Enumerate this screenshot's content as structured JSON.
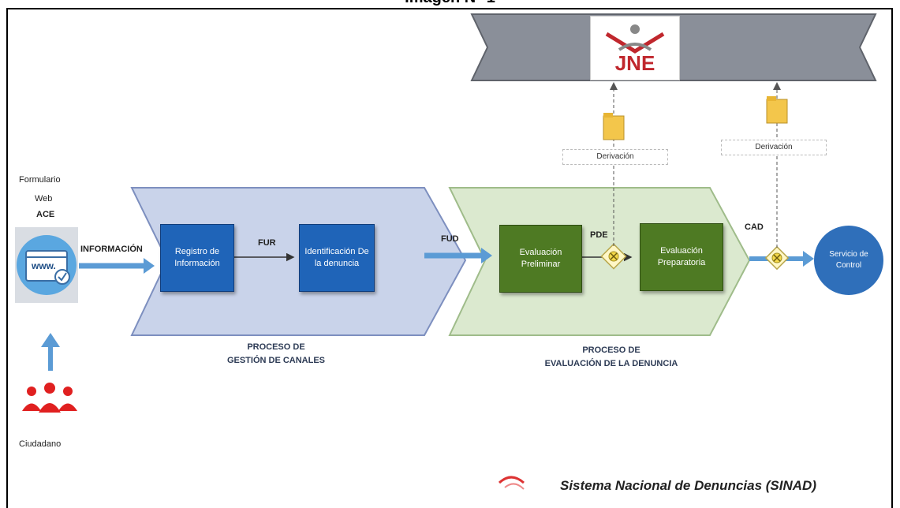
{
  "header": {
    "title": "Imagen N° 1"
  },
  "jne": {
    "logo_text": "JNE"
  },
  "citizen": {
    "form_label_1": "Formulario",
    "form_label_2": "Web",
    "form_label_3": "ACE",
    "www_text": "www.",
    "person_label": "Ciudadano"
  },
  "flow": {
    "informacion": "INFORMACIÓN",
    "fur": "FUR",
    "fud": "FUD",
    "pde": "PDE",
    "cad": "CAD"
  },
  "boxes": {
    "registro": "Registro de Información",
    "identificacion": "Identificación De la denuncia",
    "eval_preliminar": "Evaluación Preliminar",
    "eval_preparatoria": "Evaluación Preparatoria",
    "servicio": "Servicio de Control"
  },
  "derivacion": {
    "label_1": "Derivación",
    "label_2": "Derivación"
  },
  "processes": {
    "gestion_1": "PROCESO DE",
    "gestion_2": "GESTIÓN DE CANALES",
    "evaluacion_1": "PROCESO DE",
    "evaluacion_2": "EVALUACIÓN DE LA DENUNCIA"
  },
  "footer": {
    "sinad": "Sistema Nacional de Denuncias (SINAD)"
  },
  "colors": {
    "blue_process": "#c9d3ea",
    "green_process": "#dbe9cf",
    "blue_box": "#1f64b8",
    "green_box": "#4e7a23",
    "arrow_blue": "#5b9bd5",
    "circle_blue": "#2f6fba",
    "people_red": "#e02020",
    "gray_banner": "#8a8f99"
  }
}
